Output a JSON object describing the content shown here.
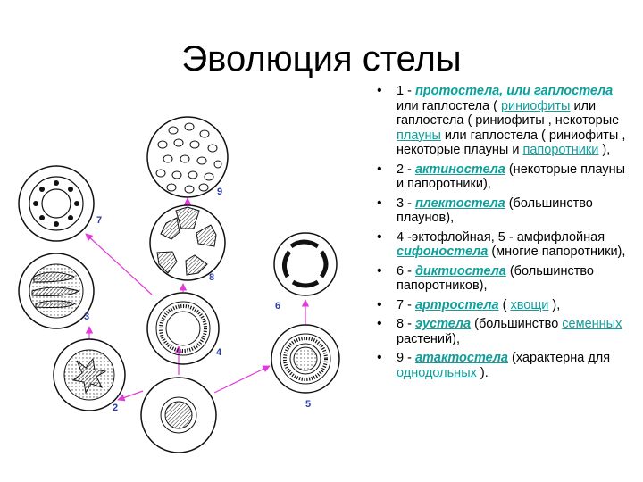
{
  "title": "Эволюция стелы",
  "colors": {
    "link": "#0f9e9a",
    "arrow": "#e23ad9",
    "number": "#2b3fa6"
  },
  "diagram": {
    "labels": [
      "9",
      "7",
      "8",
      "6",
      "3",
      "4",
      "2",
      "5"
    ]
  },
  "items": [
    {
      "p1": "1 - ",
      "l1": "протостела, или гаплостела",
      "p2": " или гаплостела ( ",
      "l2": "риниофиты",
      "p3": " или гаплостела ( риниофиты , некоторые ",
      "l3": "плауны",
      "p4": " или гаплостела ( риниофиты , некоторые плауны и ",
      "l4": "папоротники",
      "p5": " ),"
    },
    {
      "p1": "2 - ",
      "l1": "актиностела",
      "p2": " (некоторые плауны и папоротники),"
    },
    {
      "p1": "3 - ",
      "l1": "плектостела",
      "p2": " (большинство плаунов),"
    },
    {
      "p1": "4 -эктофлойная, 5 - амфифлойная ",
      "l1": "сифоностела",
      "p2": " (многие папоротники),"
    },
    {
      "p1": "6 - ",
      "l1": "диктиостела",
      "p2": " (большинство папоротников),"
    },
    {
      "p1": "7 - ",
      "l1": "артростела",
      "p2": " ( ",
      "l2": "хвощи",
      "p3": " ),"
    },
    {
      "p1": " 8 - ",
      "l1": "эустела",
      "p2": " (большинство ",
      "l2": "семенных",
      "p3": " растений),"
    },
    {
      "p1": "9 - ",
      "l1": "атактостела",
      "p2": " (характерна для ",
      "l2": "однодольных",
      "p3": " )."
    }
  ]
}
